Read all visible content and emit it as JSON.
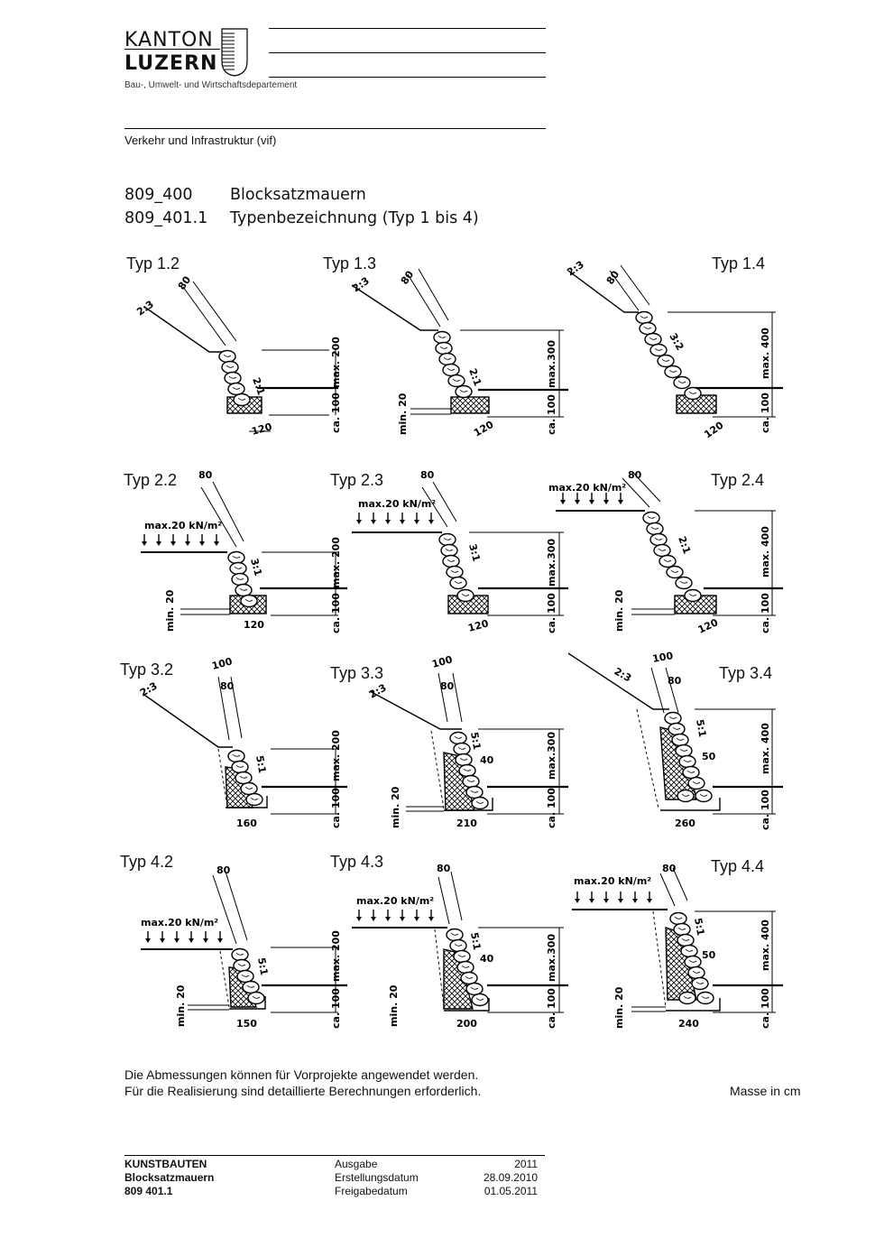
{
  "header": {
    "kanton": "KANTON",
    "luzern": "LUZERN",
    "department": "Bau-, Umwelt- und Wirtschaftsdepartement",
    "division": "Verkehr und Infrastruktur (vif)"
  },
  "titles": [
    {
      "code": "809_400",
      "text": "Blocksatzmauern"
    },
    {
      "code": "809_401.1",
      "text": "Typenbezeichnung (Typ 1 bis 4)"
    }
  ],
  "types": {
    "t12": "Typ 1.2",
    "t13": "Typ 1.3",
    "t14": "Typ 1.4",
    "t22": "Typ 2.2",
    "t23": "Typ 2.3",
    "t24": "Typ 2.4",
    "t32": "Typ 3.2",
    "t33": "Typ 3.3",
    "t34": "Typ 3.4",
    "t42": "Typ 4.2",
    "t43": "Typ 4.3",
    "t44": "Typ 4.4"
  },
  "labels": {
    "slope23": "2:3",
    "dim80": "80",
    "dim100": "100",
    "inc21": "2:1",
    "inc32": "3:2",
    "inc31": "3:1",
    "inc51": "5:1",
    "max200": "max. 200",
    "max300": "max.300",
    "max400": "max. 400",
    "ca100": "ca. 100",
    "min20": "min. 20",
    "w120": "120",
    "w160": "160",
    "w210": "210",
    "w260": "260",
    "w150": "150",
    "w200": "200",
    "w240": "240",
    "d40": "40",
    "d50": "50",
    "load": "max.20 kN/m²"
  },
  "notes": {
    "line1": "Die Abmessungen können für Vorprojekte angewendet werden.",
    "line2": "Für die Realisierung sind detaillierte Berechnungen erforderlich.",
    "units": "Masse in cm"
  },
  "footer": {
    "col1": [
      "KUNSTBAUTEN",
      "Blocksatzmauern",
      "809 401.1"
    ],
    "col2": [
      "Ausgabe",
      "Erstellungsdatum",
      "Freigabedatum"
    ],
    "col3": [
      "2011",
      "28.09.2010",
      "01.05.2011"
    ]
  }
}
